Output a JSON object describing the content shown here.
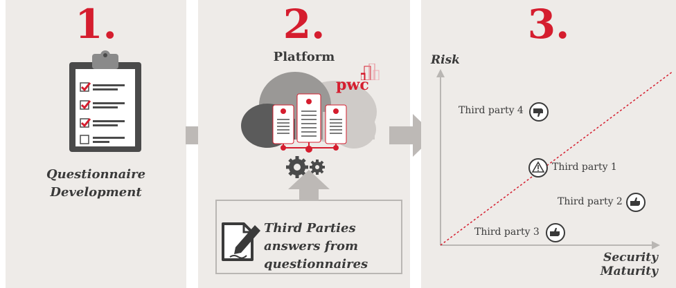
{
  "steps": [
    {
      "number": "1.",
      "label_line1": "Questionnaire",
      "label_line2": "Development"
    },
    {
      "number": "2.",
      "title": "Platform",
      "brand": "pwc",
      "source_line1": "Third Parties",
      "source_line2": "answers from",
      "source_line3": "questionnaires"
    },
    {
      "number": "3."
    }
  ],
  "chart_data": {
    "type": "scatter",
    "ylabel": "Risk",
    "xlabel_line1": "Security",
    "xlabel_line2": "Maturity",
    "diagonal": "dashed red line from origin",
    "points": [
      {
        "label": "Third party 4",
        "status": "thumbs-down"
      },
      {
        "label": "Third party 1",
        "status": "warning"
      },
      {
        "label": "Third party 2",
        "status": "thumbs-up"
      },
      {
        "label": "Third party 3",
        "status": "thumbs-up"
      }
    ]
  },
  "colors": {
    "accent": "#d51d2e",
    "panel": "#eeebe8",
    "dark": "#3a3a3a",
    "arrow": "#bdb9b6"
  }
}
